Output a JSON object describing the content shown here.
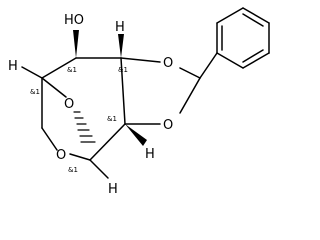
{
  "atom_labels": {
    "hydroxyl": "HO",
    "oxygen_ring_top": "O",
    "oxygen_ring_bottom": "O",
    "oxygen_bridge": "O",
    "oxygen_ether": "O",
    "h_left": "H",
    "h_top": "H",
    "h_bottom_right": "H",
    "h_bottom": "H"
  },
  "stereo_labels": {
    "c_left": "&1",
    "c_oh": "&1",
    "c_top_right": "&1",
    "c_bottom_right": "&1",
    "c_bottom": "&1"
  }
}
